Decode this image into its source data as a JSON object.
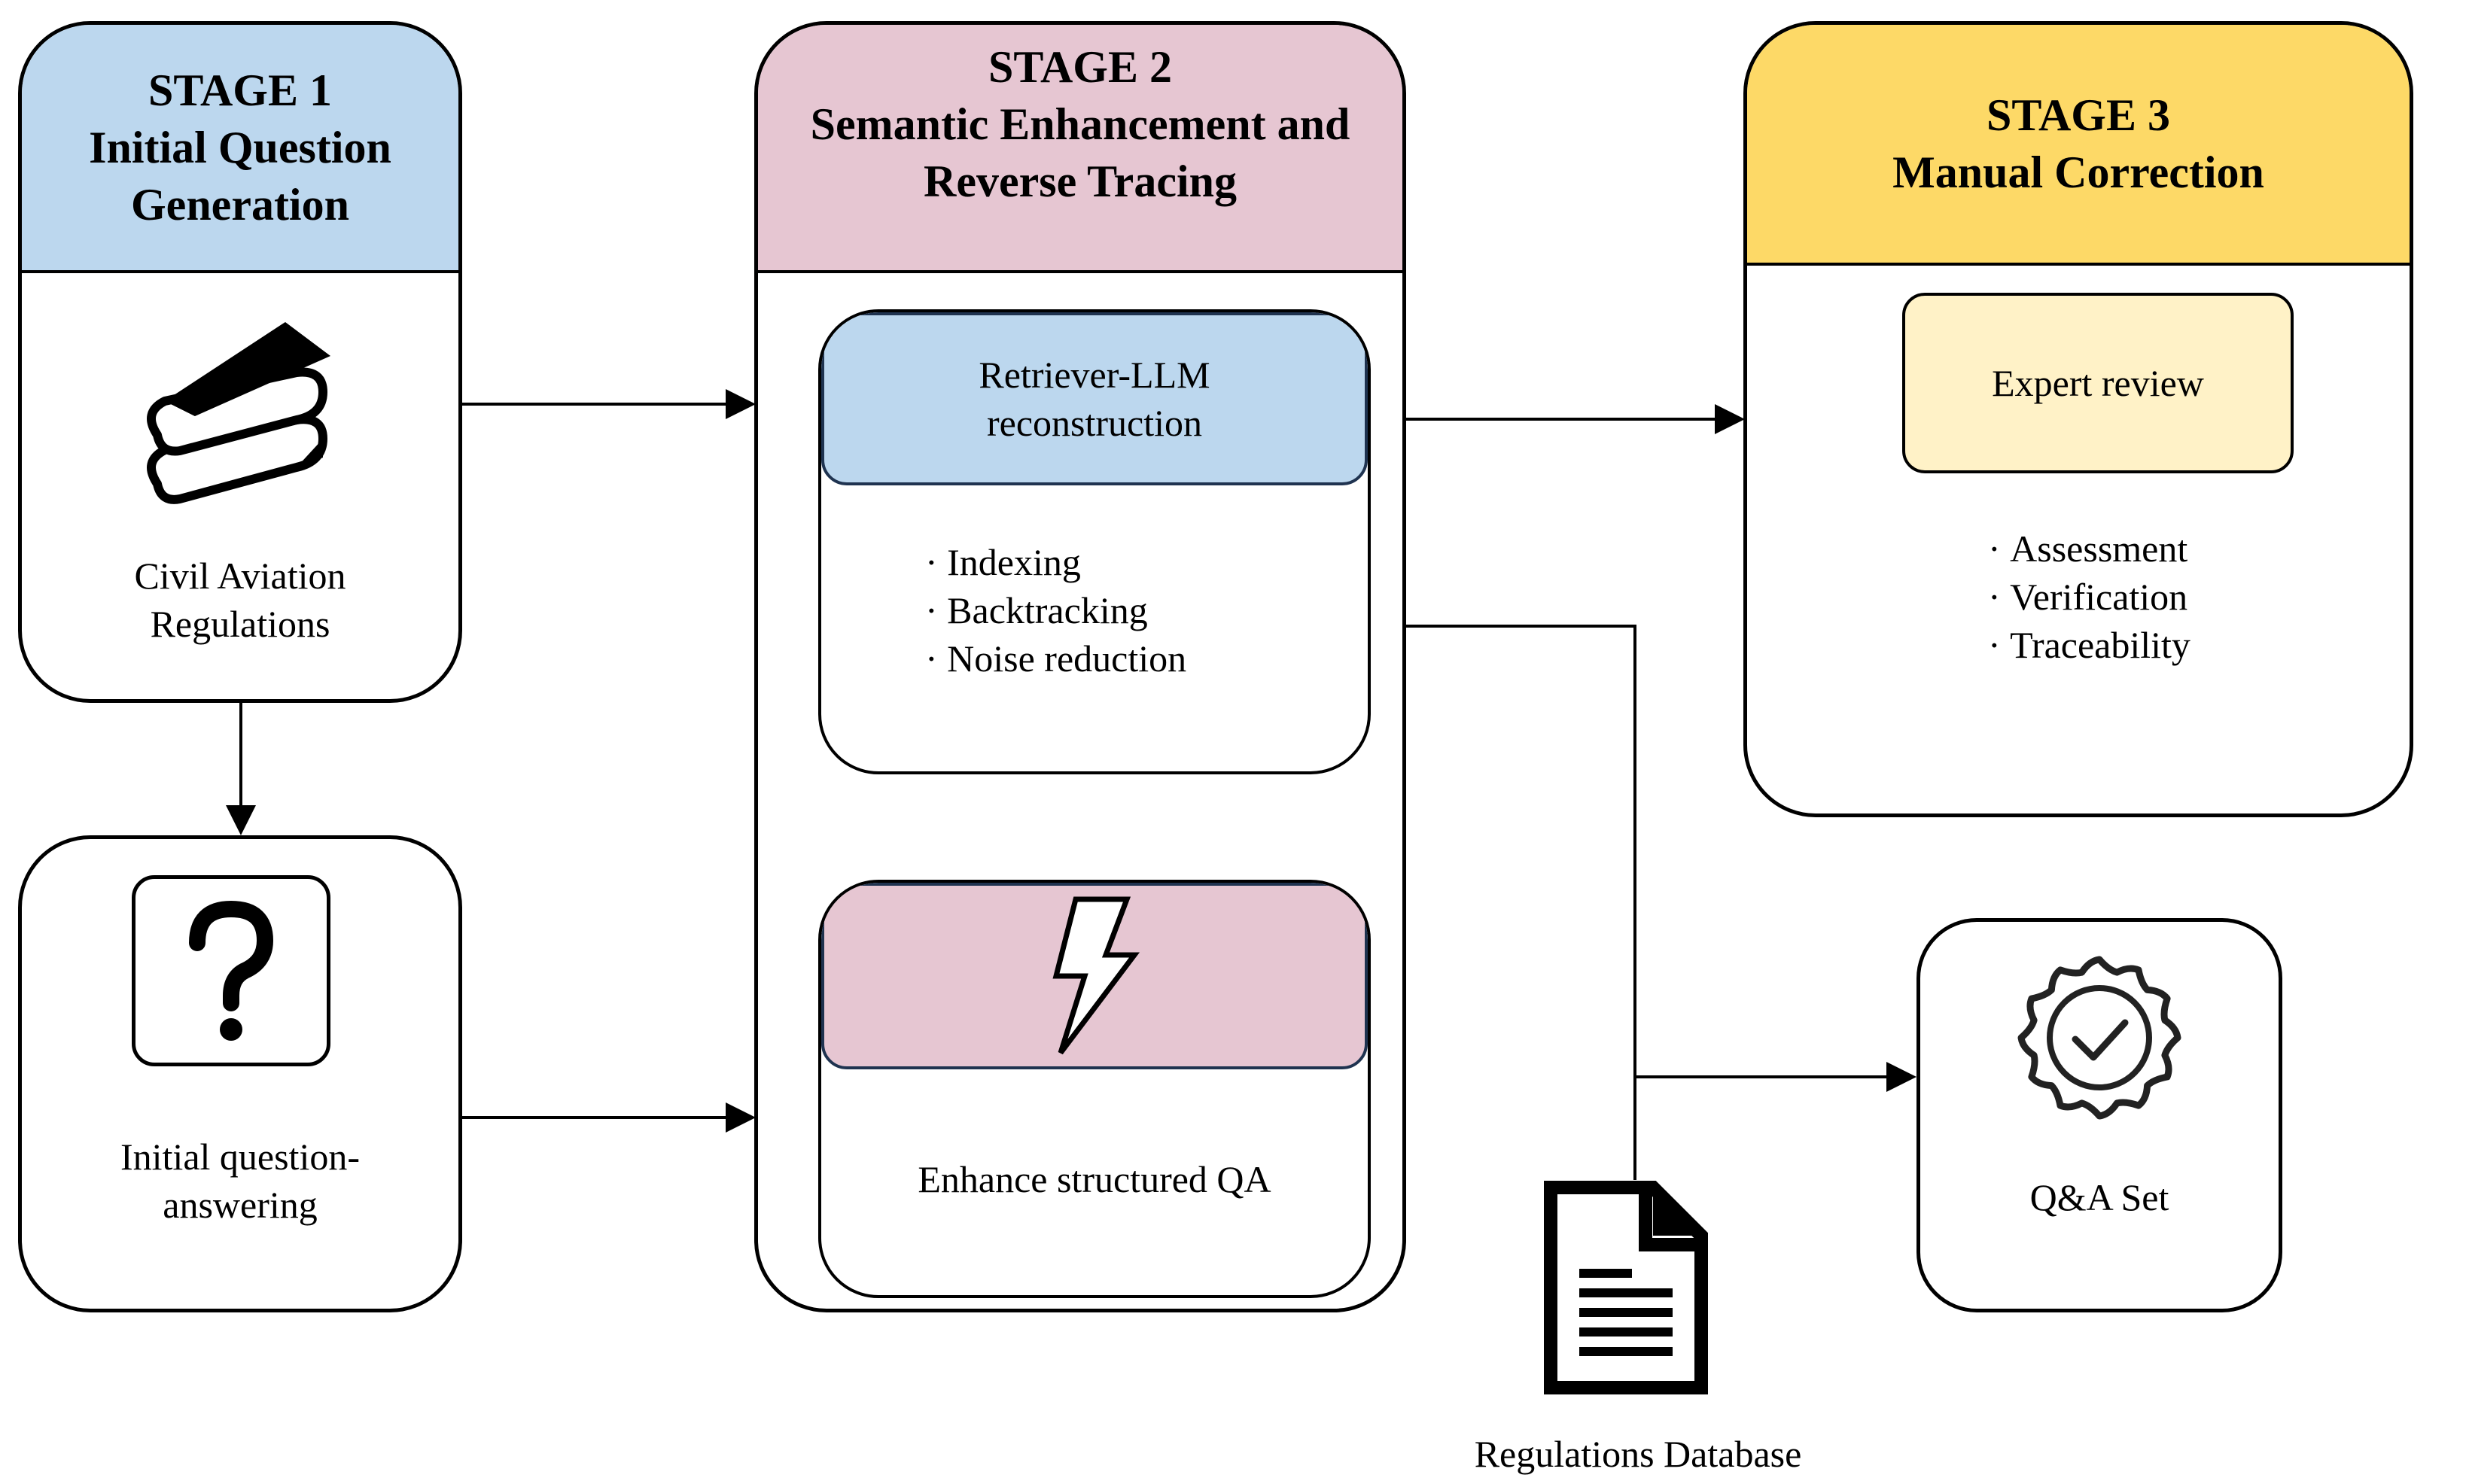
{
  "colors": {
    "stage1_header": "#bcd7ee",
    "stage2_header": "#e6c6d2",
    "stage3_header": "#fdd967",
    "expert_review_fill": "#fff2c7",
    "retriever_fill": "#bcd7ee",
    "enhance_fill": "#e6c6d2",
    "line": "#000000"
  },
  "stage1": {
    "header": [
      "STAGE 1",
      "Initial Question",
      "Generation"
    ],
    "icon": "books-icon",
    "label": [
      "Civil Aviation",
      "Regulations"
    ]
  },
  "qa_initial": {
    "icon": "question-mark-icon",
    "label": [
      "Initial question-",
      "answering"
    ]
  },
  "stage2": {
    "header": [
      "STAGE 2",
      "Semantic Enhancement and",
      "Reverse Tracing"
    ],
    "retriever": {
      "title": [
        "Retriever-LLM",
        "reconstruction"
      ],
      "bullets": [
        "Indexing",
        "Backtracking",
        "Noise reduction"
      ]
    },
    "enhance": {
      "icon": "lightning-icon",
      "label": "Enhance structured QA"
    }
  },
  "stage3": {
    "header": [
      "STAGE 3",
      "Manual Correction"
    ],
    "expert": "Expert review",
    "bullets": [
      "Assessment",
      "Verification",
      "Traceability"
    ]
  },
  "qa_set": {
    "icon": "verified-badge-icon",
    "label": "Q&A Set"
  },
  "database": {
    "icon": "document-icon",
    "label": "Regulations Database"
  }
}
